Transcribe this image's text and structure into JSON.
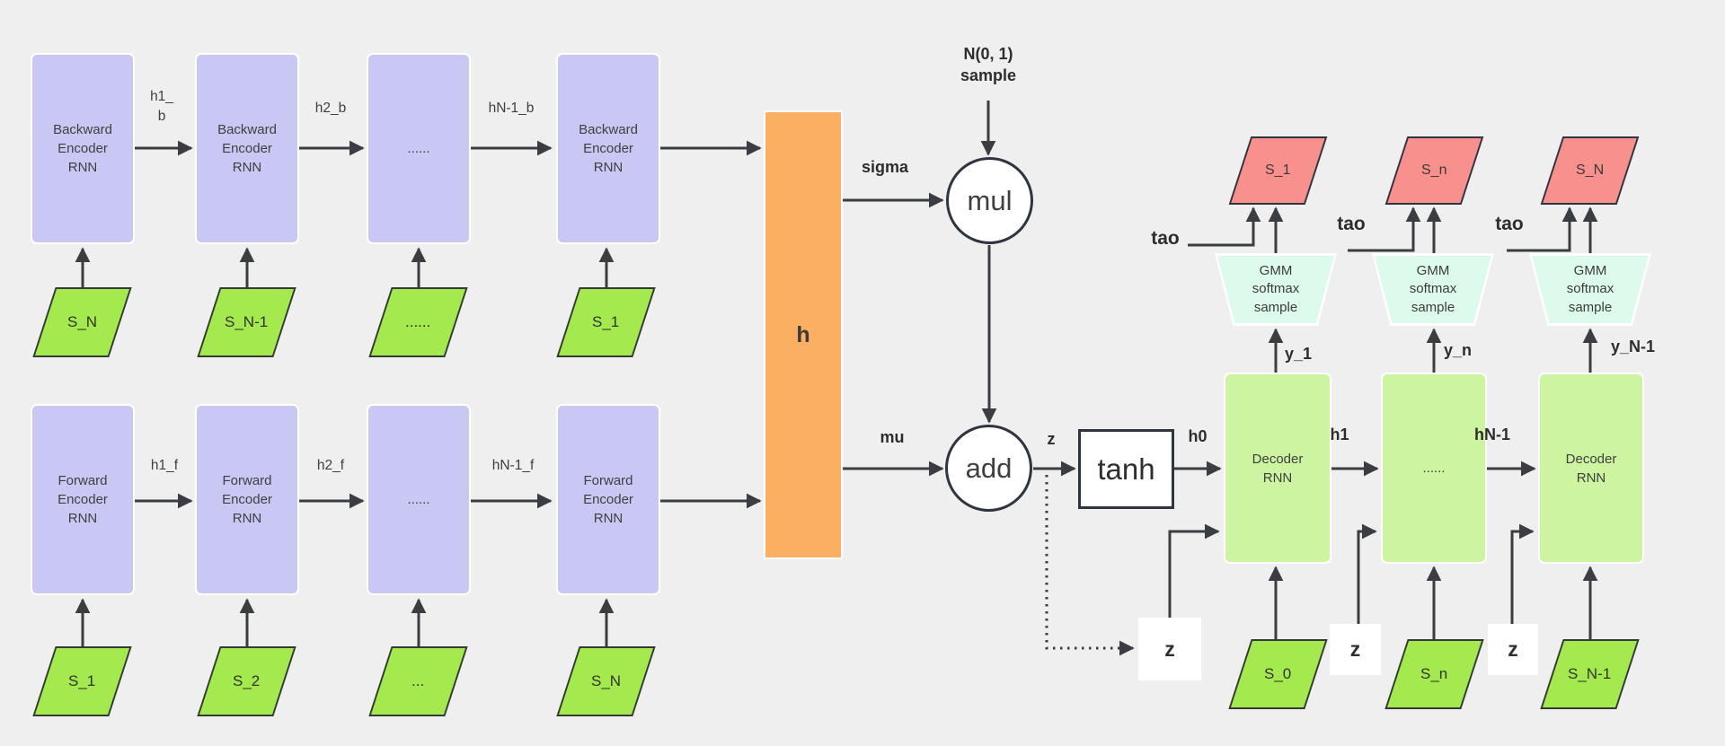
{
  "colors": {
    "background": "#efefef",
    "encoder_box": "#c9c8f4",
    "decoder_box": "#cdf5a1",
    "input_parallelogram": "#a4e94e",
    "output_parallelogram": "#f8918e",
    "latent_bar": "#fbaf63",
    "gmm_trapezoid": "#ddfbec",
    "line": "#3a3d42"
  },
  "encoder_backward": {
    "boxes": [
      "Backward Encoder RNN",
      "Backward Encoder RNN",
      "......",
      "Backward Encoder RNN"
    ],
    "inputs": [
      "S_N",
      "S_N-1",
      "......",
      "S_1"
    ],
    "arrow_labels": [
      "h1_ b",
      "h2_b",
      "hN-1_b"
    ]
  },
  "encoder_forward": {
    "boxes": [
      "Forward Encoder RNN",
      "Forward Encoder RNN",
      "......",
      "Forward Encoder RNN"
    ],
    "inputs": [
      "S_1",
      "S_2",
      "...",
      "S_N"
    ],
    "arrow_labels": [
      "h1_f",
      "h2_f",
      "hN-1_f"
    ]
  },
  "latent": {
    "h_bar": "h",
    "sigma": "sigma",
    "mu": "mu",
    "noise": "N(0, 1) sample",
    "mul": "mul",
    "add": "add",
    "z_out": "z",
    "tanh": "tanh",
    "h0": "h0"
  },
  "decoder": {
    "boxes": [
      "Decoder RNN",
      "......",
      "Decoder RNN"
    ],
    "arrow_labels": [
      "h1",
      "hN-1"
    ],
    "inputs": [
      "S_0",
      "S_n",
      "S_N-1"
    ],
    "z_inputs": [
      "z",
      "z",
      "z"
    ],
    "y_labels": [
      "y_1",
      "y_n",
      "y_N-1"
    ],
    "tao_labels": [
      "tao",
      "tao",
      "tao"
    ],
    "gmm_blocks": [
      "GMM softmax sample",
      "GMM softmax sample",
      "GMM softmax sample"
    ],
    "outputs": [
      "S_1",
      "S_n",
      "S_N"
    ]
  }
}
